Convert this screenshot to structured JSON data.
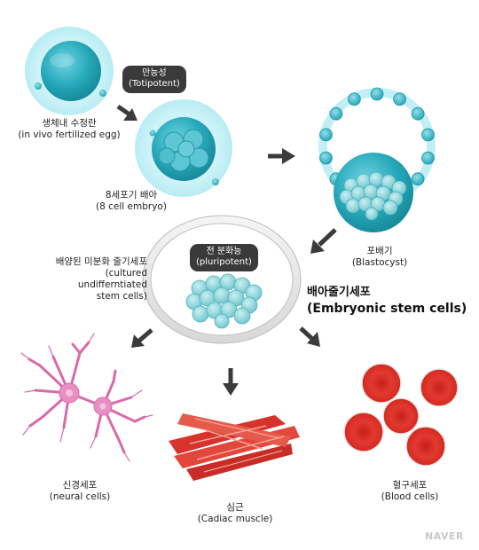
{
  "labels": {
    "egg_ko": "생체내 수정란",
    "egg_en": "(in vivo fertilized egg)",
    "totipotent_ko": "만능성",
    "totipotent_en": "(Totipotent)",
    "embryo8_ko": "8세포기 배아",
    "embryo8_en": "(8 cell embryo)",
    "blastocyst_ko": "포배기",
    "blastocyst_en": "(Blastocyst)",
    "cultured_ko": "배양된 미분화 줄기세포",
    "cultured_en1": "(cultured",
    "cultured_en2": "undifferntiated",
    "cultured_en3": "stem cells)",
    "pluripotent_ko": "전 분화능",
    "pluripotent_en": "(pluripotent)",
    "esc_ko": "배아줄기세포",
    "esc_en": "(Embryonic stem cells)",
    "neural_ko": "신경세포",
    "neural_en": "(neural cells)",
    "cardiac_ko": "심근",
    "cardiac_en": "(Cadiac muscle)",
    "blood_ko": "혈구세포",
    "blood_en": "(Blood cells)"
  },
  "watermark": "NAVER",
  "colors": {
    "halo": "#c9f1f6",
    "cell": "#2fb3c4",
    "cluster": "#8fd6dc",
    "arrow": "#3b3b3b",
    "pill": "#3a3a3a",
    "neural": "#e58fc0",
    "muscle": "#d8322c",
    "blood": "#d42a22"
  }
}
